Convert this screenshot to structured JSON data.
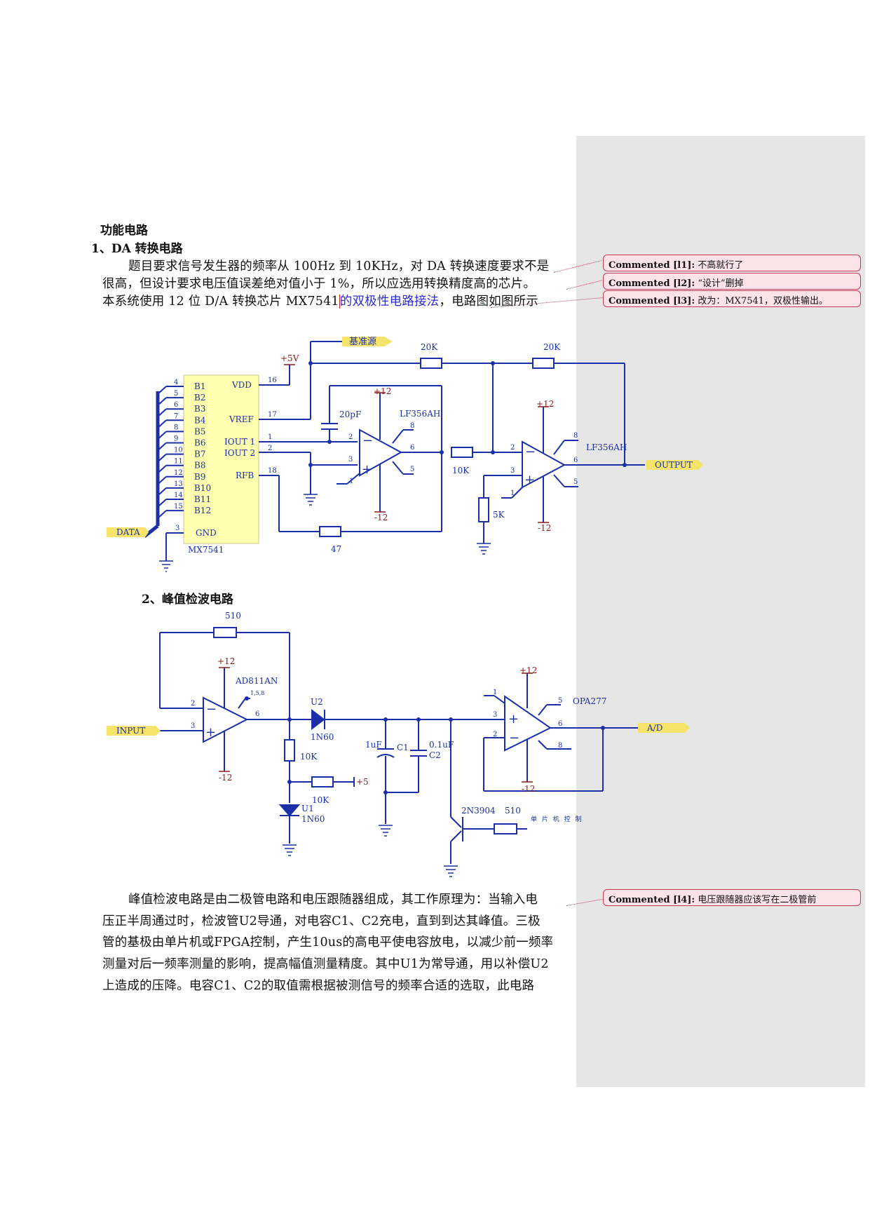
{
  "headings": {
    "section_title": "功能电路",
    "da_title": "1、DA 转换电路",
    "peak_title": "2、峰值检波电路"
  },
  "paragraph1": {
    "line1": "题目要求信号发生器的频率从 100Hz 到 10KHz，对 DA 转换速度要求不是",
    "line2": "很高，但设计要求电压值误差绝对值小于 1%，所以应选用转换精度高的芯片。",
    "line3_a": "本系统使用 12 位 D/A 转换芯片 MX7541",
    "line3_b": "的双极性电路接法",
    "line3_c": "，电路图如图所示"
  },
  "paragraph2": {
    "line1": "峰值检波电路是由二极管电路和电压跟随器组成，其工作原理为：当输入电",
    "line2": "压正半周通过时，检波管U2导通，对电容C1、C2充电，直到到达其峰值。三极",
    "line3": "管的基极由单片机或FPGA控制，产生10us的高电平使电容放电，以减少前一频率",
    "line4": "测量对后一频率测量的影响，提高幅值测量精度。其中U1为常导通，用以补偿U2",
    "line5": "上造成的压降。电容C1、C2的取值需根据被测信号的频率合适的选取，此电路"
  },
  "comments": [
    {
      "label": "Commented [l1]:",
      "text": "不高就行了"
    },
    {
      "label": "Commented [l2]:",
      "text": "“设计”删掉"
    },
    {
      "label": "Commented [l3]:",
      "text": "改为：MX7541，双极性输出。"
    },
    {
      "label": "Commented [l4]:",
      "text": "电压跟随器应该写在二极管前"
    }
  ],
  "circuit1": {
    "ref_source": "基准源",
    "v5": "+5V",
    "r20k_a": "20K",
    "r20k_b": "20K",
    "cap": "20pF",
    "opamp1": "LF356AH",
    "opamp2": "LF356AH",
    "plus12_a": "+12",
    "plus12_b": "+12",
    "minus12_a": "-12",
    "minus12_b": "-12",
    "r10k": "10K",
    "r5k": "5K",
    "r47": "47",
    "chip": "MX7541",
    "data": "DATA",
    "output": "OUTPUT",
    "pins_left": [
      "B1",
      "B2",
      "B3",
      "B4",
      "B5",
      "B6",
      "B7",
      "B8",
      "B9",
      "B10",
      "B11",
      "B12"
    ],
    "pin_nums_left": [
      "4",
      "5",
      "6",
      "7",
      "8",
      "9",
      "10",
      "11",
      "12",
      "13",
      "14",
      "15"
    ],
    "gnd": "GND",
    "gnd_pin": "3",
    "vdd": "VDD",
    "vref": "VREF",
    "iout1": "IOUT 1",
    "iout2": "IOUT 2",
    "rfb": "RFB",
    "pin16": "16",
    "pin17": "17",
    "pin1": "1",
    "pin2": "2",
    "pin18": "18"
  },
  "circuit2": {
    "r510_top": "510",
    "plus12_a": "+12",
    "opamp1": "AD811AN",
    "pins158": "1,5,8",
    "input": "INPUT",
    "minus12_a": "-12",
    "u2": "U2",
    "u2_part": "1N60",
    "r10k_a": "10K",
    "r10k_b": "10K",
    "plus5": "+5",
    "u1": "U1",
    "u1_part": "1N60",
    "c1_val": "1uF",
    "c1": "C1",
    "c2_val": "0.1uF",
    "c2": "C2",
    "transistor": "2N3904",
    "r510_b": "510",
    "ctrl": "单 片 机 控 制",
    "plus12_b": "+12",
    "opamp2": "OPA277",
    "minus12_b": "-12",
    "ad": "A/D"
  }
}
